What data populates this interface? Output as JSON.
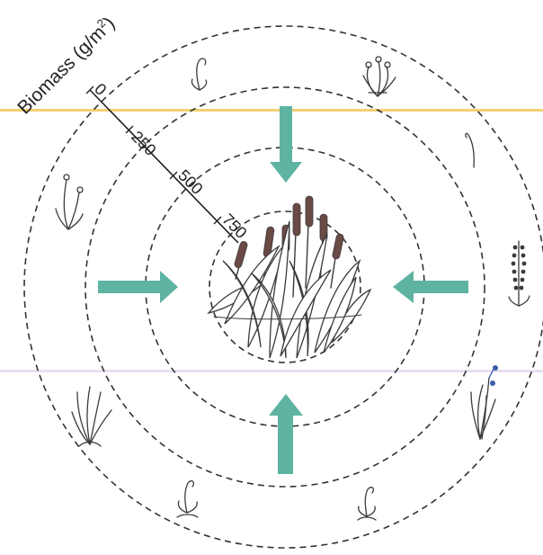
{
  "axis": {
    "title": "Biomass (g/m",
    "title_sup": "2",
    "title_close": ")",
    "ticks": [
      "0",
      "250",
      "500",
      "750"
    ]
  },
  "colors": {
    "arrow": "#5fb3a1",
    "ring": "#333333",
    "plant_ink": "#3a3a3a",
    "cattail_head": "#6a4a45",
    "flower_blue": "#3a5fa8",
    "scan_top": "#f2c75a",
    "scan_bottom": "#e7dcef"
  },
  "rings": [
    "outer-ring",
    "middle-ring",
    "inner-ring",
    "core-ring"
  ],
  "arrows": [
    "top",
    "left",
    "right",
    "bottom"
  ],
  "plants": [
    "fern-curl-top",
    "rosette-fern-top-right",
    "wilted-stem-right",
    "lavender-spike-right",
    "iris-right",
    "fern-curl-bottom-right",
    "fern-curl-bottom",
    "grass-tuft-left",
    "daisy-tuft-left",
    "cattail-marsh-center"
  ]
}
